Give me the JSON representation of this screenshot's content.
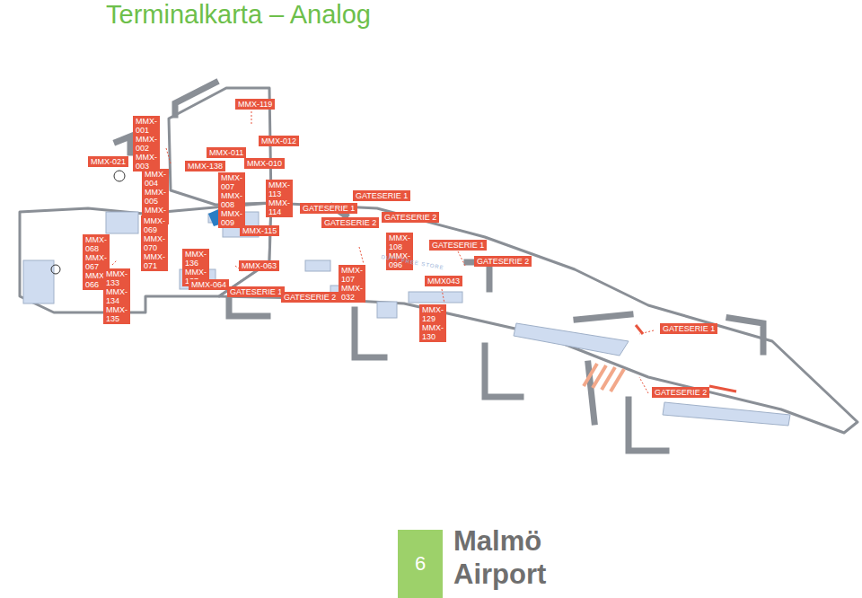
{
  "diagram": {
    "title": "Terminalkarta – Analog",
    "nodes": [
      {
        "text": [
          "MMX-119"
        ]
      },
      {
        "text": [
          "MMX-001 MMX-002 MMX-003"
        ]
      },
      {
        "text": [
          "MMX-012"
        ]
      },
      {
        "text": [
          "MMX-011"
        ]
      },
      {
        "text": [
          "MMX-021"
        ]
      },
      {
        "text": [
          "MMX-138"
        ]
      },
      {
        "text": [
          "MMX-010"
        ]
      },
      {
        "text": [
          "MMX-004 MMX-005 MMX-006"
        ]
      },
      {
        "text": [
          "MMX-007 MMX-008 MMX-009"
        ]
      },
      {
        "text": [
          "MMX-113 MMX-114"
        ]
      },
      {
        "text": [
          "GATESERIE 1"
        ]
      },
      {
        "text": [
          "GATESERIE 1"
        ]
      },
      {
        "text": [
          "GATESERIE 2"
        ]
      },
      {
        "text": [
          "GATESERIE 2"
        ]
      },
      {
        "text": [
          "MMX-069 MMX-070 MMX-071"
        ]
      },
      {
        "text": [
          "MMX-115"
        ]
      },
      {
        "text": [
          "MMX-068 MMX-067 MMX-066"
        ]
      },
      {
        "text": [
          "MMX-108 MMX-096"
        ]
      },
      {
        "text": [
          "GATESERIE 1"
        ]
      },
      {
        "text": [
          "MMX-136 MMX-137"
        ]
      },
      {
        "text": [
          "GATESERIE 2"
        ]
      },
      {
        "text": [
          "MMX-063"
        ]
      },
      {
        "text": [
          "MMX-107 MMX-032"
        ]
      },
      {
        "text": [
          "MMX-133 MMX-134 MMX-135"
        ]
      },
      {
        "text": [
          "MMX043"
        ]
      },
      {
        "text": [
          "MMX-064"
        ]
      },
      {
        "text": [
          "GATESERIE 1"
        ]
      },
      {
        "text": [
          "GATESERIE 2"
        ]
      },
      {
        "text": [
          "MMX-129 MMX-130"
        ]
      },
      {
        "text": [
          "GATESERIE 1"
        ]
      },
      {
        "text": [
          "GATESERIE 2"
        ]
      },
      {
        "text": [
          "6"
        ]
      }
    ],
    "labels": [
      "DUTY FREE STORE",
      "Malmö",
      "Airport"
    ]
  }
}
